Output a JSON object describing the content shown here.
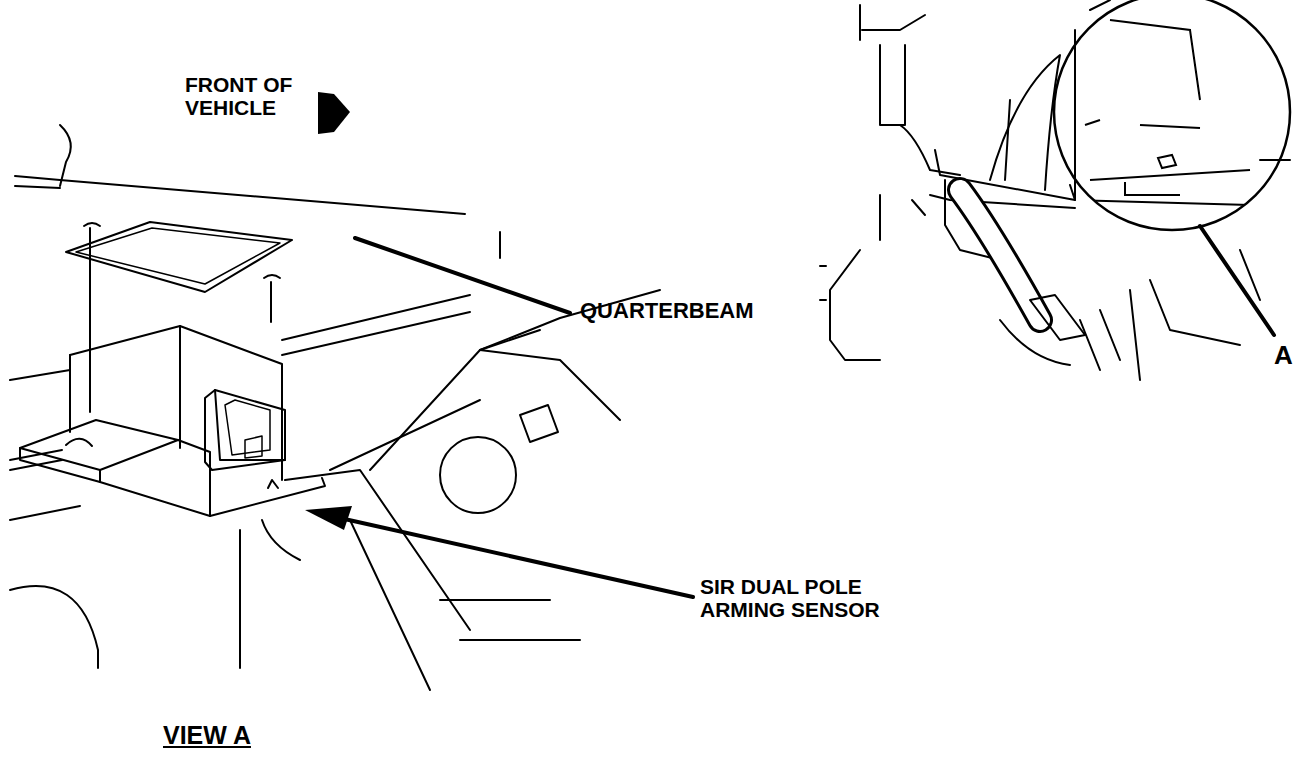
{
  "diagram": {
    "caption": "VIEW A",
    "labels": [
      "FRONT OF VEHICLE",
      "QUARTERBEAM",
      "SIR DUAL POLE ARMING SENSOR",
      "A"
    ]
  }
}
